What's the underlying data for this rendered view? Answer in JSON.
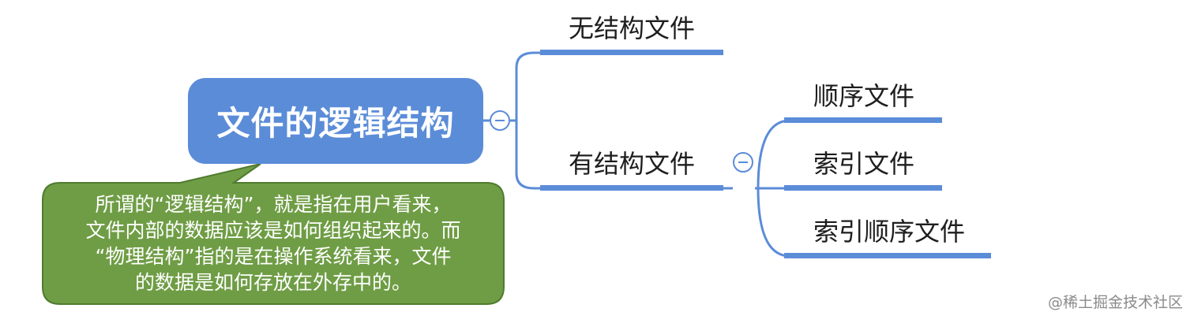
{
  "mindmap": {
    "root": "文件的逻辑结构",
    "branches": [
      {
        "label": "无结构文件"
      },
      {
        "label": "有结构文件",
        "children": [
          "顺序文件",
          "索引文件",
          "索引顺序文件"
        ]
      }
    ]
  },
  "callout": {
    "lines": [
      "所谓的“逻辑结构”，就是指在用户看来，",
      "文件内部的数据应该是如何组织起来的。而",
      "“物理结构”指的是在操作系统看来，文件",
      "的数据是如何存放在外存中的。"
    ]
  },
  "watermark": "@稀土掘金技术社区",
  "icons": {
    "collapse": "collapse-minus-icon"
  },
  "colors": {
    "root_fill": "#5b8cd8",
    "connector": "#5b8cd8",
    "callout_fill": "#6f9d45",
    "callout_border": "#4f7b2e",
    "text": "#1e1e1e"
  }
}
